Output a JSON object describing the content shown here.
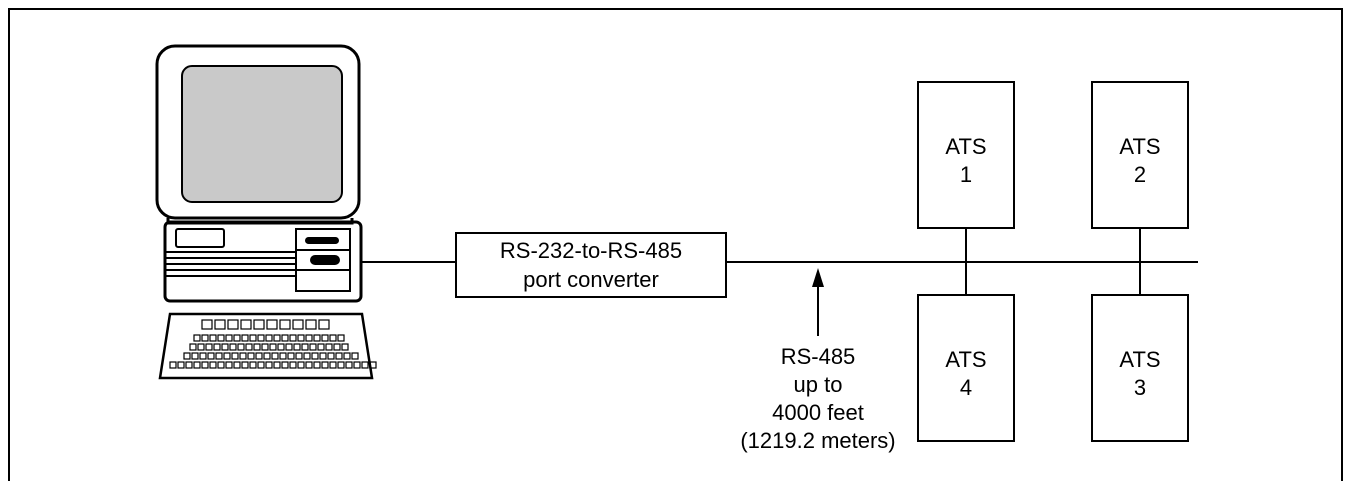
{
  "diagram": {
    "converter": {
      "line1": "RS-232-to-RS-485",
      "line2": "port converter"
    },
    "bus_note": {
      "line1": "RS-485",
      "line2": "up to",
      "line3": "4000 feet",
      "line4": "(1219.2 meters)"
    },
    "ats_units": [
      {
        "name": "ATS",
        "number": "1"
      },
      {
        "name": "ATS",
        "number": "2"
      },
      {
        "name": "ATS",
        "number": "4"
      },
      {
        "name": "ATS",
        "number": "3"
      }
    ]
  }
}
